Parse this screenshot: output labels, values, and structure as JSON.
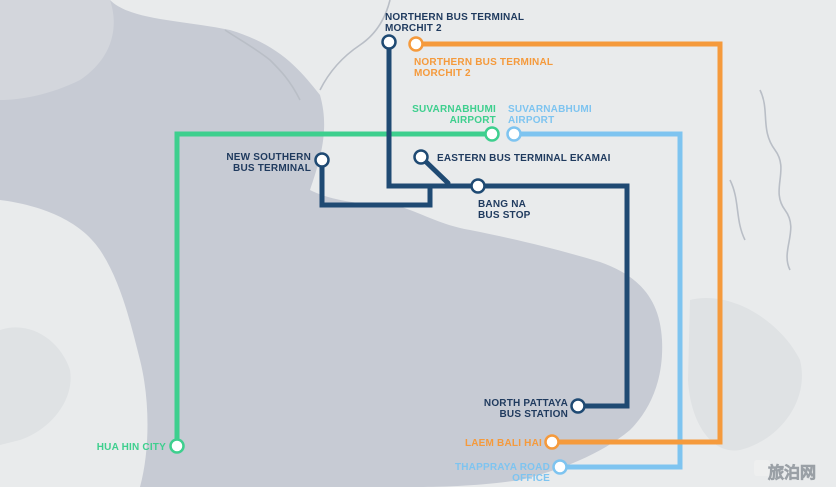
{
  "colors": {
    "land": "#e9ebec",
    "water": "#c7cbd4",
    "green": "#3ecf8e",
    "orange": "#f59a3c",
    "navy": "#1f4a73",
    "lightblue": "#7ec4f0",
    "label_navy": "#1f3a5e"
  },
  "stations": {
    "northern_navy_line1": "NORTHERN BUS TERMINAL",
    "northern_navy_line2": "MORCHIT 2",
    "northern_orange_line1": "NORTHERN BUS TERMINAL",
    "northern_orange_line2": "MORCHIT 2",
    "suvarnabhumi_green_line1": "SUVARNABHUMI",
    "suvarnabhumi_green_line2": "AIRPORT",
    "suvarnabhumi_blue_line1": "SUVARNABHUMI",
    "suvarnabhumi_blue_line2": "AIRPORT",
    "new_southern_line1": "NEW SOUTHERN",
    "new_southern_line2": "BUS TERMINAL",
    "ekamai": "EASTERN BUS TERMINAL EKAMAI",
    "bangna_line1": "BANG NA",
    "bangna_line2": "BUS STOP",
    "north_pattaya_line1": "NORTH PATTAYA",
    "north_pattaya_line2": "BUS STATION",
    "hua_hin": "HUA HIN CITY",
    "laem_bali_hai": "LAEM BALI HAI",
    "thappraya_line1": "THAPPRAYA ROAD",
    "thappraya_line2": "OFFICE"
  },
  "watermark": "旅泊网"
}
